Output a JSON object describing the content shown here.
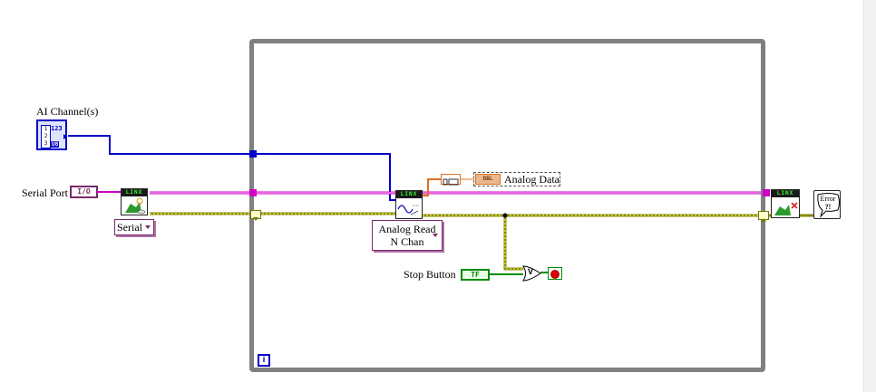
{
  "ai_channels": {
    "label": "AI Channel(s)",
    "glyph_text": "123",
    "type_text": "U8",
    "index_labels": [
      "1",
      "2",
      "3"
    ]
  },
  "serial_port": {
    "label": "Serial Port",
    "glyph_text": "I/O"
  },
  "open_vi": {
    "band_text": "LINX",
    "selector_value": "Serial"
  },
  "analog_read_vi": {
    "band_text": "LINX",
    "selector_line1": "Analog Read",
    "selector_line2": "N Chan"
  },
  "analog_data": {
    "label": "Analog Data",
    "bundle_glyph": "DBL"
  },
  "stop_button": {
    "label": "Stop Button",
    "glyph_text": "TF"
  },
  "or_function": {
    "symbol": "V"
  },
  "close_vi": {
    "band_text": "LINX"
  },
  "error_handler": {
    "line1": "Error",
    "line2": "?!"
  },
  "while_loop": {
    "iteration_symbol": "i"
  },
  "colors": {
    "numeric_wire": "#0000c8",
    "resource_wire": "#d000c8",
    "error_wire": "#888800",
    "data_wire": "#e07020",
    "boolean_wire": "#008c00"
  }
}
